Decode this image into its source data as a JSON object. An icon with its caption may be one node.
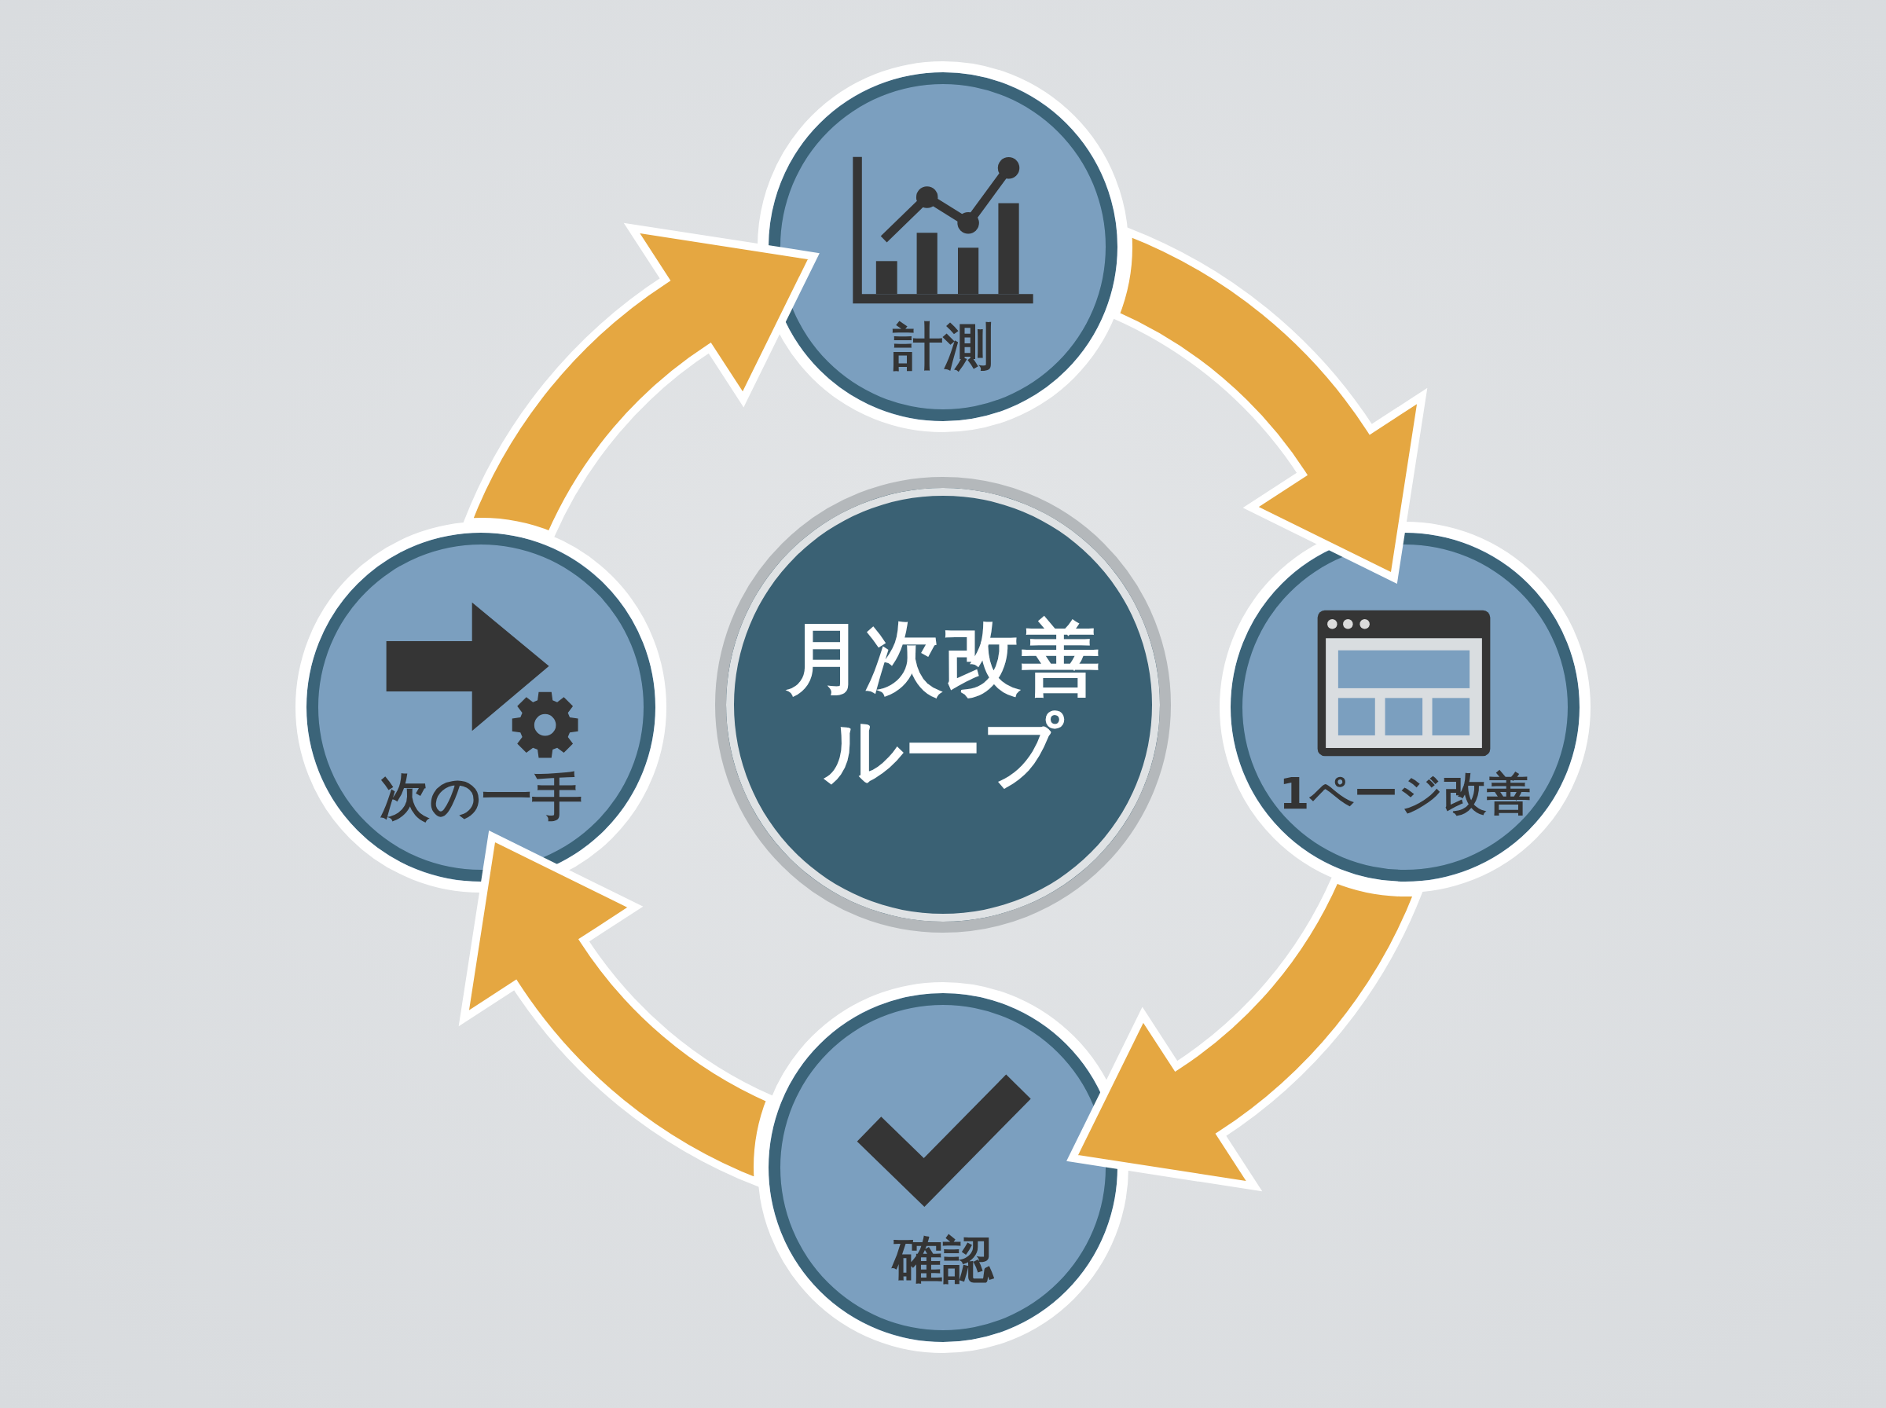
{
  "diagram": {
    "nodes": [
      {
        "text": [
          "月次改善ループ"
        ]
      },
      {
        "text": [
          "計測"
        ]
      },
      {
        "text": [
          "1ページ改善"
        ]
      },
      {
        "text": [
          "確認"
        ]
      },
      {
        "text": [
          "次の一手"
        ]
      }
    ],
    "edges": [
      {
        "from": 1,
        "to": 2,
        "arrow": "to"
      },
      {
        "from": 2,
        "to": 3,
        "arrow": "to"
      },
      {
        "from": 3,
        "to": 4,
        "arrow": "to"
      },
      {
        "from": 4,
        "to": 1,
        "arrow": "to"
      }
    ]
  }
}
